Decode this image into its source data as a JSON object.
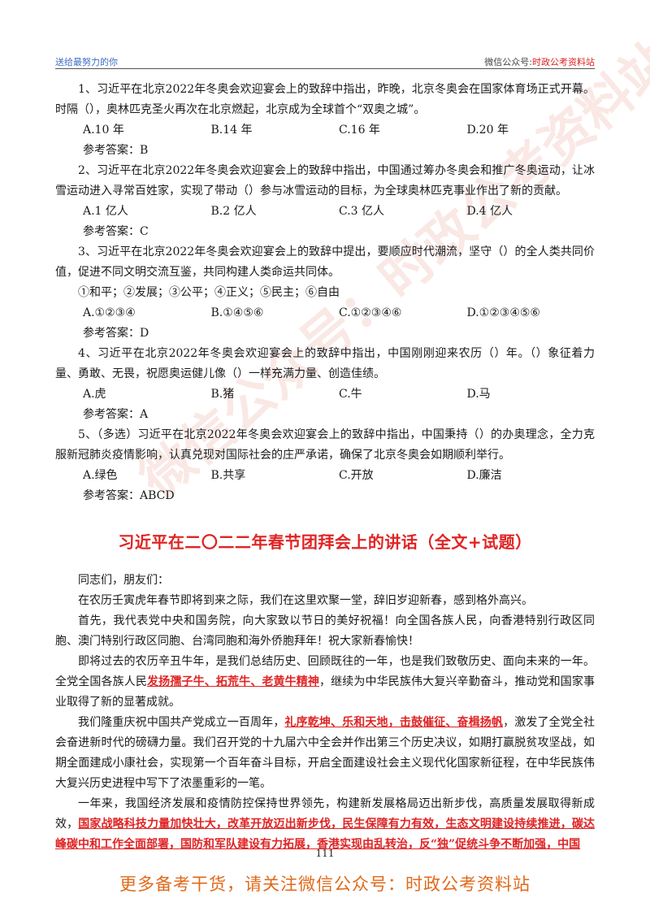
{
  "header": {
    "left": "送给最努力的你",
    "right_prefix": "微信公众号:",
    "right_name": "时政公考资料站"
  },
  "questions": [
    {
      "lines": [
        "1、习近平在北京2022年冬奥会欢迎宴会上的致辞中指出，昨晚，北京冬奥会在国家体育场正式开幕。时隔（），奥林匹克圣火再次在北京燃起，北京成为全球首个“双奥之城”。"
      ],
      "options": [
        "A.10 年",
        "B.14 年",
        "C.16 年",
        "D.20 年"
      ],
      "answer": "参考答案：B"
    },
    {
      "lines": [
        "2、习近平在北京2022年冬奥会欢迎宴会上的致辞中指出，中国通过筹办冬奥会和推广冬奥运动，让冰雪运动进入寻常百姓家，实现了带动（）参与冰雪运动的目标，为全球奥林匹克事业作出了新的贡献。"
      ],
      "options": [
        "A.1 亿人",
        "B.2 亿人",
        "C.3 亿人",
        "D.4 亿人"
      ],
      "answer": "参考答案：C"
    },
    {
      "lines": [
        "3、习近平在北京2022年冬奥会欢迎宴会上的致辞中提出，要顺应时代潮流，坚守（）的全人类共同价值，促进不同文明交流互鉴，共同构建人类命运共同体。",
        "①和平；②发展；③公平；④正义；⑤民主；⑥自由"
      ],
      "options": [
        "A.①②③④",
        "B.①④⑤⑥",
        "C.①②③④⑥",
        "D.①②③④⑤⑥"
      ],
      "answer": "参考答案：D"
    },
    {
      "lines": [
        "4、习近平在北京2022年冬奥会欢迎宴会上的致辞中指出，中国刚刚迎来农历（）年。（）象征着力量、勇敢、无畏，祝愿奥运健儿像（）一样充满力量、创造佳绩。"
      ],
      "options": [
        "A.虎",
        "B.猪",
        "C.牛",
        "D.马"
      ],
      "answer": "参考答案：A"
    },
    {
      "lines": [
        "5、（多选）习近平在北京2022年冬奥会欢迎宴会上的致辞中指出，中国秉持（）的办奥理念，全力克服新冠肺炎疫情影响，认真兑现对国际社会的庄严承诺，确保了北京冬奥会如期顺利举行。"
      ],
      "options": [
        "A.绿色",
        "B.共享",
        "C.开放",
        "D.廉洁"
      ],
      "answer": "参考答案：ABCD"
    }
  ],
  "article": {
    "title": "习近平在二〇二二年春节团拜会上的讲话（全文+试题）",
    "greeting": "同志们，朋友们：",
    "p1": "在农历壬寅虎年春节即将到来之际，我们在这里欢聚一堂，辞旧岁迎新春，感到格外高兴。",
    "p2": "首先，我代表党中央和国务院，向大家致以节日的美好祝福！向全国各族人民，向香港特别行政区同胞、澳门特别行政区同胞、台湾同胞和海外侨胞拜年！祝大家新春愉快！",
    "p3_a": "即将过去的农历辛丑牛年，是我们总结历史、回顾既往的一年，也是我们致敬历史、面向未来的一年。全党全国各族人民",
    "p3_hl": "发扬孺子牛、拓荒牛、老黄牛精神",
    "p3_b": "，继续为中华民族伟大复兴辛勤奋斗，推动党和国家事业取得了新的显著成就。",
    "p4_a": "我们隆重庆祝中国共产党成立一百周年，",
    "p4_hl": "礼序乾坤、乐和天地，击鼓催征、奋楫扬帆",
    "p4_b": "，激发了全党全社会奋进新时代的磅礴力量。我们召开党的十九届六中全会并作出第三个历史决议，如期打赢脱贫攻坚战，如期全面建成小康社会，实现第一个百年奋斗目标，开启全面建设社会主义现代化国家新征程，在中华民族伟大复兴历史进程中写下了浓墨重彩的一笔。",
    "p5_a": "一年来，我国经济发展和疫情防控保持世界领先，构建新发展格局迈出新步伐，高质量发展取得新成效，",
    "p5_hl": "国家战略科技力量加快壮大，改革开放迈出新步伐，民生保障有力有效，生态文明建设持续推进，碳达峰碳中和工作全面部署，国防和军队建设有力拓展，香港实现由乱转治，反“独”促统斗争不断加强，中国"
  },
  "page_number": "111",
  "footer": "更多备考干货，请关注微信公众号：时政公考资料站",
  "watermark": "微信公众号：时政公考资料站"
}
